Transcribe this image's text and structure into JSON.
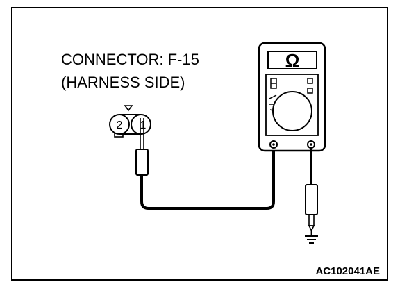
{
  "diagram": {
    "connector_label": "CONNECTOR: F-15",
    "connector_side": "(HARNESS SIDE)",
    "pins": [
      "2",
      "1"
    ],
    "meter_symbol": "Ω",
    "figure_code": "AC102041AE"
  },
  "icons": {
    "meter": "ohmmeter-icon",
    "ground": "ground-icon",
    "connector": "connector-icon"
  }
}
